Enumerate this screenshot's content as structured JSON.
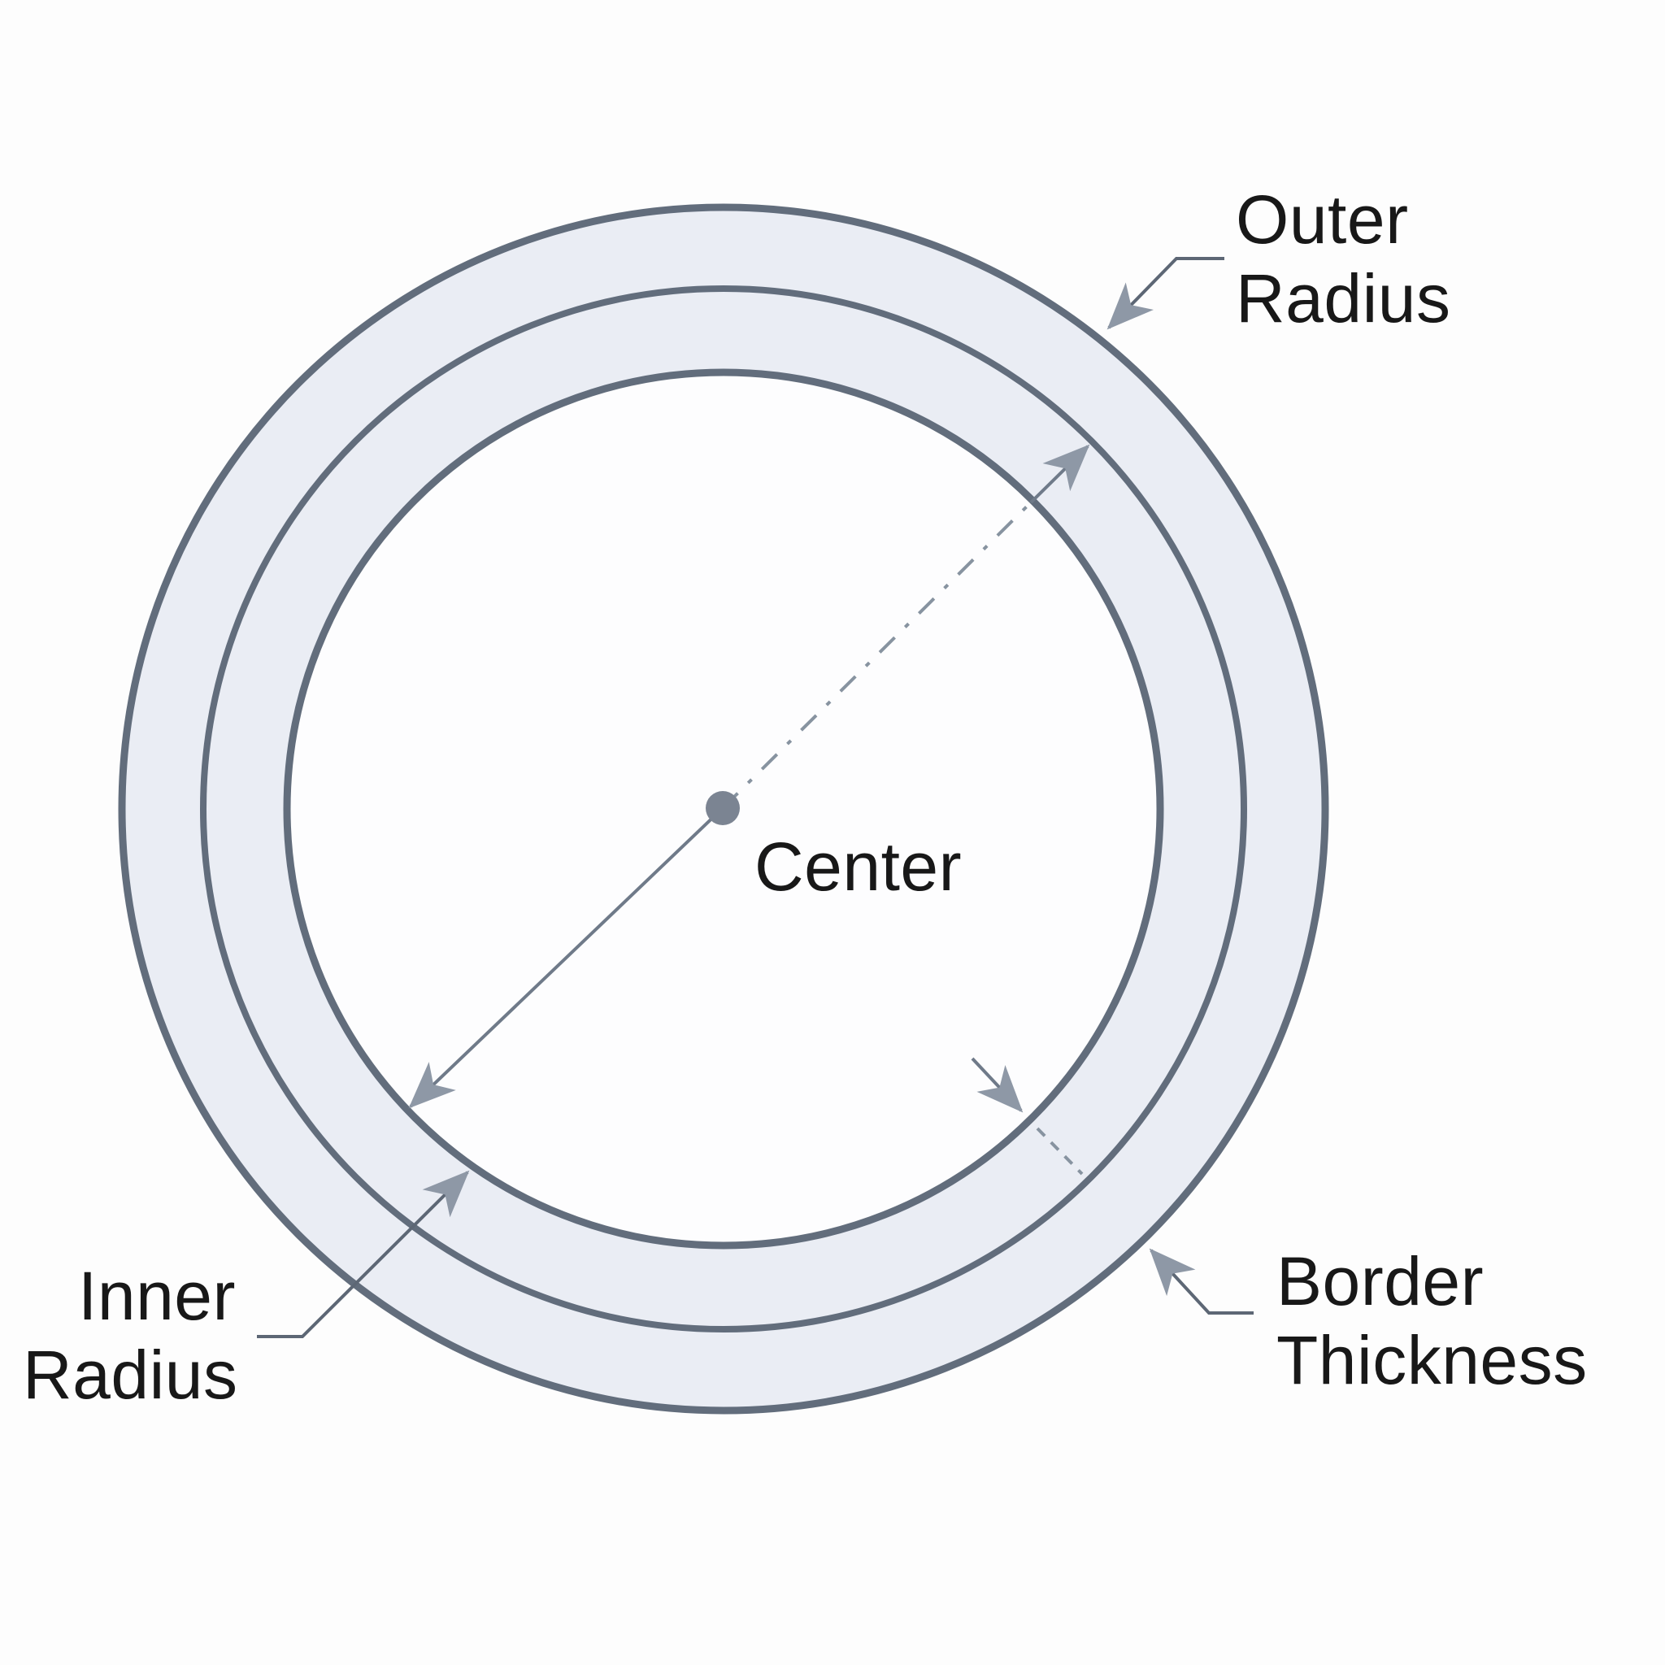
{
  "diagram": {
    "type": "annulus-geometry-diagram",
    "labels": {
      "outer_radius": {
        "line1": "Outer",
        "line2": "Radius"
      },
      "center": {
        "text": "Center"
      },
      "inner_radius": {
        "line1": "Inner",
        "line2": "Radius"
      },
      "border_thickness": {
        "line1": "Border",
        "line2": "Thickness"
      }
    },
    "colors": {
      "background": "#fdfdfd",
      "ring_fill": "#eaedf4",
      "inner_fill": "#fdfdfe",
      "circle_stroke": "#626d7c",
      "leader_line": "#5d6775",
      "measure_line": "#6f7a89",
      "dash_line": "#8793a0",
      "arrowhead": "#8e98a6",
      "center_dot": "#7b8492",
      "text": "#181818"
    }
  }
}
